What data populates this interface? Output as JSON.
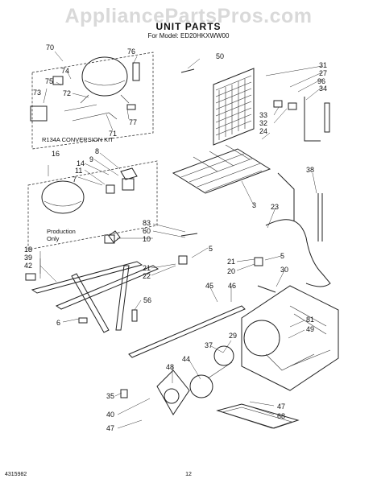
{
  "watermark": "AppliancePartsPros.com",
  "title": "UNIT PARTS",
  "model_line": "For Model: ED20HKXWW00",
  "kit_label": "R134A  CONVERSION  KIT",
  "production_note": [
    "Production",
    "Only"
  ],
  "footer_left": "4315982",
  "footer_page": "12",
  "callouts": [
    "70",
    "74",
    "75",
    "73",
    "72",
    "76",
    "77",
    "71",
    "50",
    "31",
    "27",
    "96",
    "34",
    "33",
    "32",
    "24",
    "8",
    "9",
    "16",
    "14",
    "11",
    "7",
    "3",
    "38",
    "23",
    "83",
    "60",
    "10",
    "18",
    "39",
    "42",
    "21",
    "22",
    "21",
    "20",
    "5",
    "5",
    "30",
    "45",
    "46",
    "56",
    "6",
    "81",
    "49",
    "44",
    "37",
    "29",
    "48",
    "35",
    "40",
    "47",
    "47",
    "68"
  ]
}
